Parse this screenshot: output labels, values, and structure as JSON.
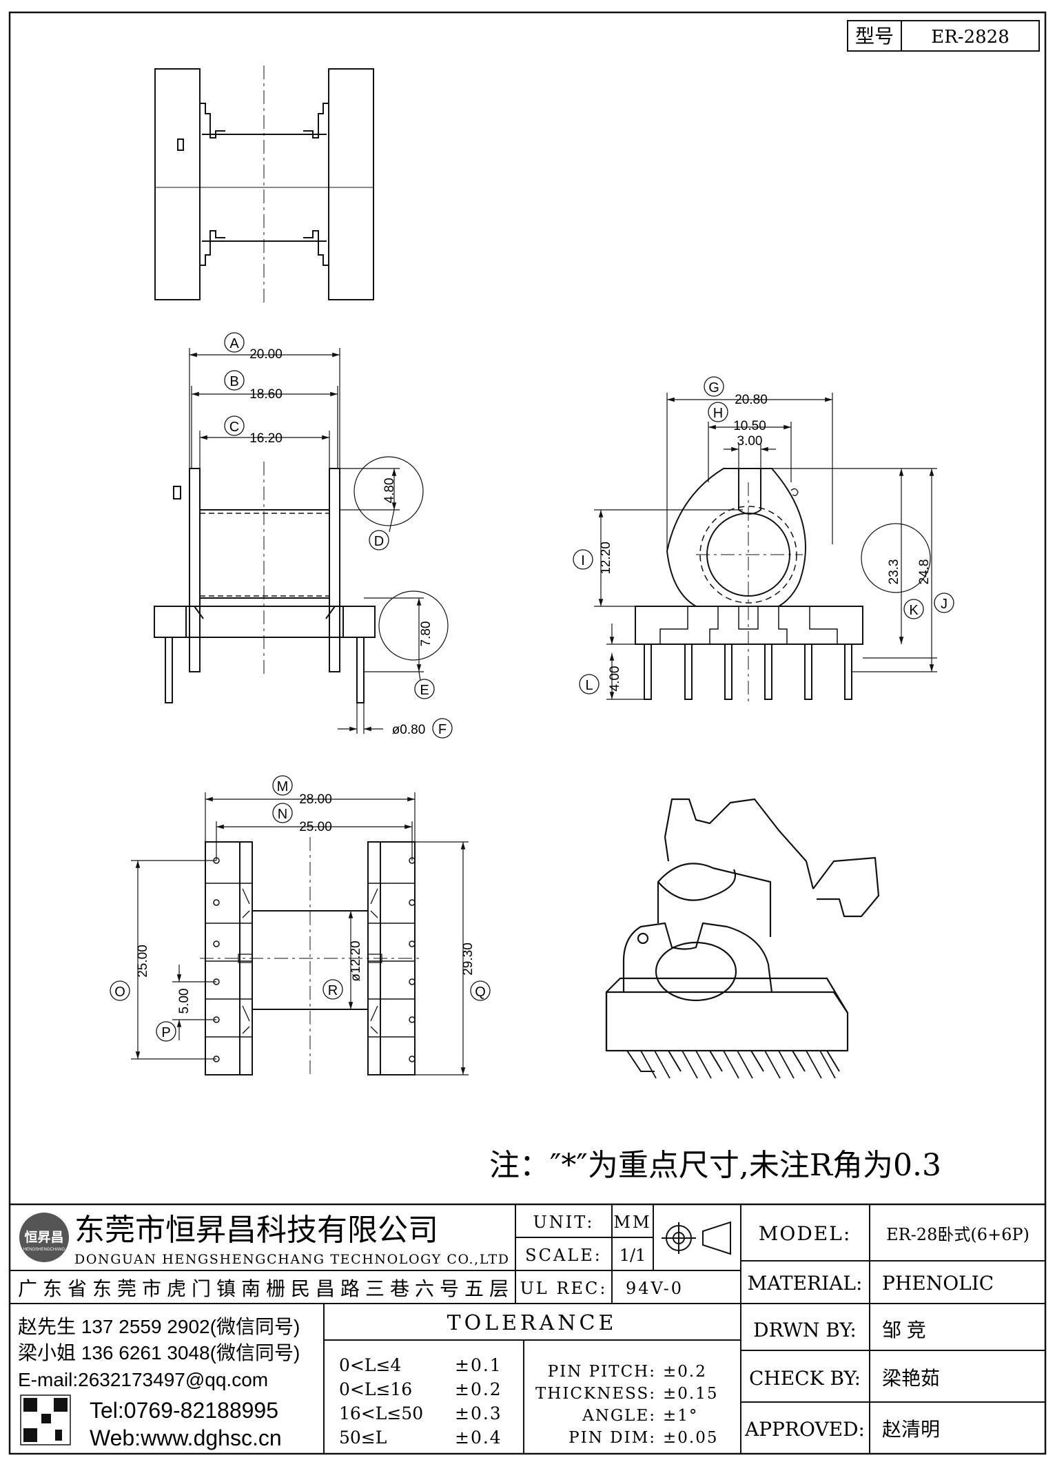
{
  "part_no": {
    "label": "型号",
    "value": "ER-2828"
  },
  "dims": {
    "A": {
      "letter": "A",
      "value": "20.00"
    },
    "B": {
      "letter": "B",
      "value": "18.60"
    },
    "C": {
      "letter": "C",
      "value": "16.20"
    },
    "D": {
      "letter": "D",
      "value": "4.80"
    },
    "E": {
      "letter": "E",
      "value": "7.80"
    },
    "F": {
      "letter": "F",
      "value": "ø0.80"
    },
    "G": {
      "letter": "G",
      "value": "20.80"
    },
    "H": {
      "letter": "H",
      "value": "10.50"
    },
    "H2": {
      "value": "3.00"
    },
    "I": {
      "letter": "I",
      "value": "12.20"
    },
    "J": {
      "letter": "J",
      "value": "24.8"
    },
    "K": {
      "letter": "K",
      "value": "23.3"
    },
    "L": {
      "letter": "L",
      "value": "4.00"
    },
    "M": {
      "letter": "M",
      "value": "28.00"
    },
    "N": {
      "letter": "N",
      "value": "25.00"
    },
    "O": {
      "letter": "O",
      "value": "25.00"
    },
    "P": {
      "letter": "P",
      "value": "5.00"
    },
    "Q": {
      "letter": "Q",
      "value": "29.30"
    },
    "R": {
      "letter": "R",
      "value": "ø12.20"
    }
  },
  "note": "注：″*″为重点尺寸,未注R角为0.3",
  "company": {
    "logo_text": "恒昇昌",
    "logo_sub": "HENGSHENGCHANG",
    "name_cn": "东莞市恒昇昌科技有限公司",
    "name_en": "DONGUAN HENGSHENGCHANG TECHNOLOGY CO.,LTD",
    "address": "广东省东莞市虎门镇南栅民昌路三巷六号五层",
    "contact1": "赵先生 137 2559 2902(微信同号)",
    "contact2": "梁小姐 136 6261 3048(微信同号)",
    "email": "E-mail:2632173497@qq.com",
    "tel": "Tel:0769-82188995",
    "web": "Web:www.dghsc.cn"
  },
  "title_block": {
    "unit_label": "UNIT:",
    "unit_value": "MM",
    "scale_label": "SCALE:",
    "scale_value": "1/1",
    "ul_label": "UL REC:",
    "ul_value": "94V-0",
    "model_label": "MODEL:",
    "model_value": "ER-28卧式(6+6P)",
    "material_label": "MATERIAL:",
    "material_value": "PHENOLIC",
    "drawn_label": "DRWN BY:",
    "drawn_value": "邹  竞",
    "check_label": "CHECK BY:",
    "check_value": "梁艳茹",
    "approved_label": "APPROVED:",
    "approved_value": "赵清明"
  },
  "tolerance": {
    "title": "TOLERANCE",
    "rows": [
      {
        "range": "0<L≤4",
        "tol": "±0.1"
      },
      {
        "range": "0<L≤16",
        "tol": "±0.2"
      },
      {
        "range": "16<L≤50",
        "tol": "±0.3"
      },
      {
        "range": "50≤L",
        "tol": "±0.4"
      }
    ],
    "specs": [
      {
        "name": "PIN PITCH:",
        "tol": "±0.2"
      },
      {
        "name": "THICKNESS:",
        "tol": "±0.15"
      },
      {
        "name": "ANGLE:",
        "tol": "±1°"
      },
      {
        "name": "PIN DIM:",
        "tol": "±0.05"
      }
    ]
  }
}
